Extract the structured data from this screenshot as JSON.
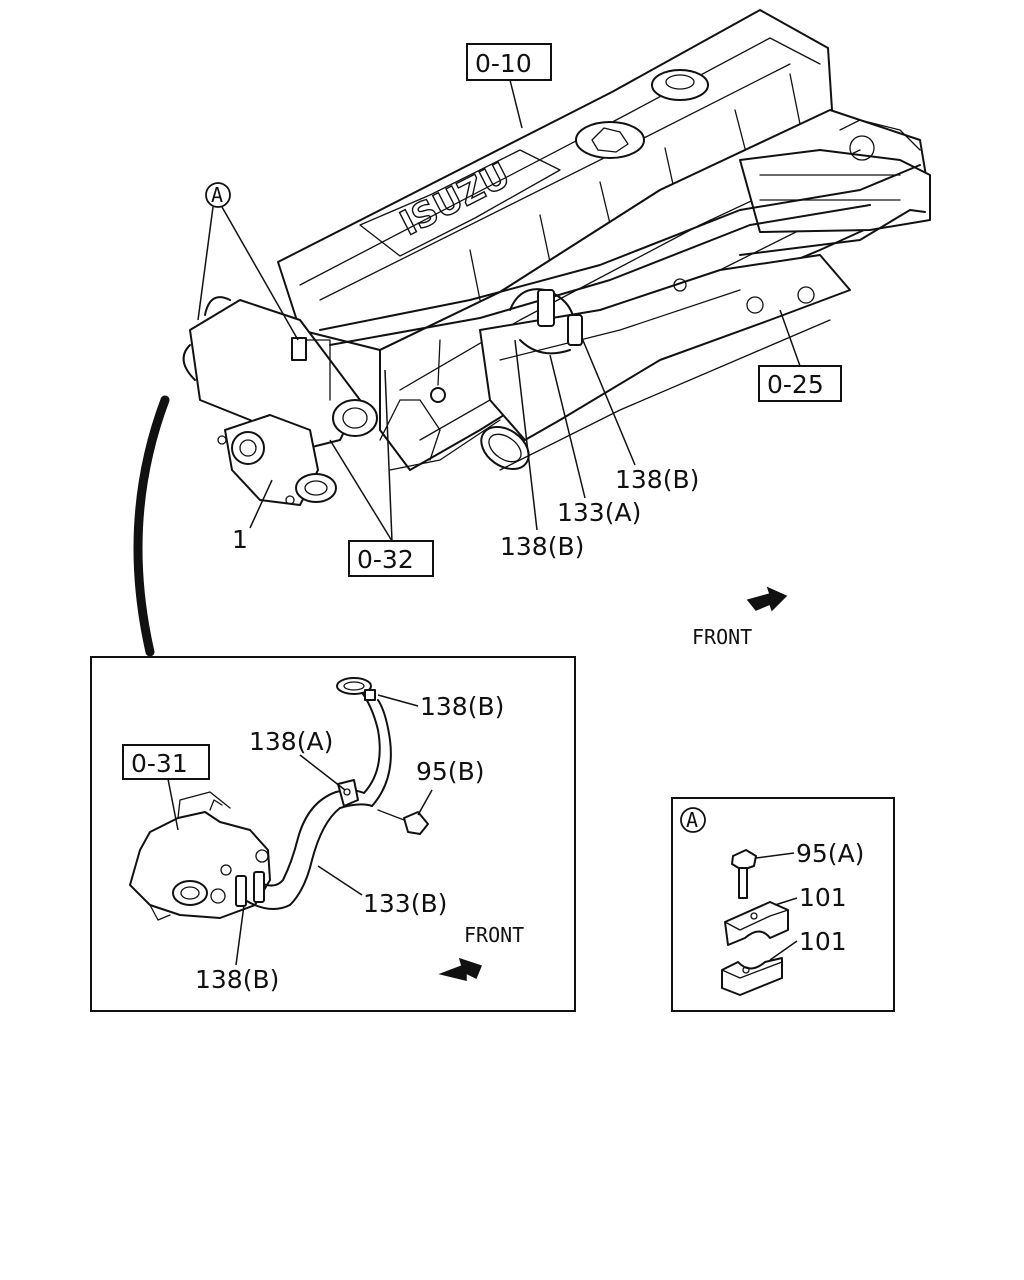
{
  "engine_brand": "ISUZU",
  "reference_boxes": {
    "head_cover": "0-10",
    "exhaust_manifold": "0-25",
    "water_pump_main": "0-32",
    "water_pump_detail": "0-31"
  },
  "callouts": {
    "a_marker": "A",
    "part_1": "1",
    "hose_138b_main_1": "138(B)",
    "pipe_133a": "133(A)",
    "hose_138b_main_2": "138(B)",
    "detail_138b_top": "138(B)",
    "detail_138a": "138(A)",
    "detail_95b": "95(B)",
    "detail_133b": "133(B)",
    "detail_138b_bottom": "138(B)",
    "inset_a_label": "A",
    "inset_95a": "95(A)",
    "inset_101_top": "101",
    "inset_101_bottom": "101"
  },
  "direction": {
    "front_main": "FRONT",
    "front_detail": "FRONT"
  }
}
